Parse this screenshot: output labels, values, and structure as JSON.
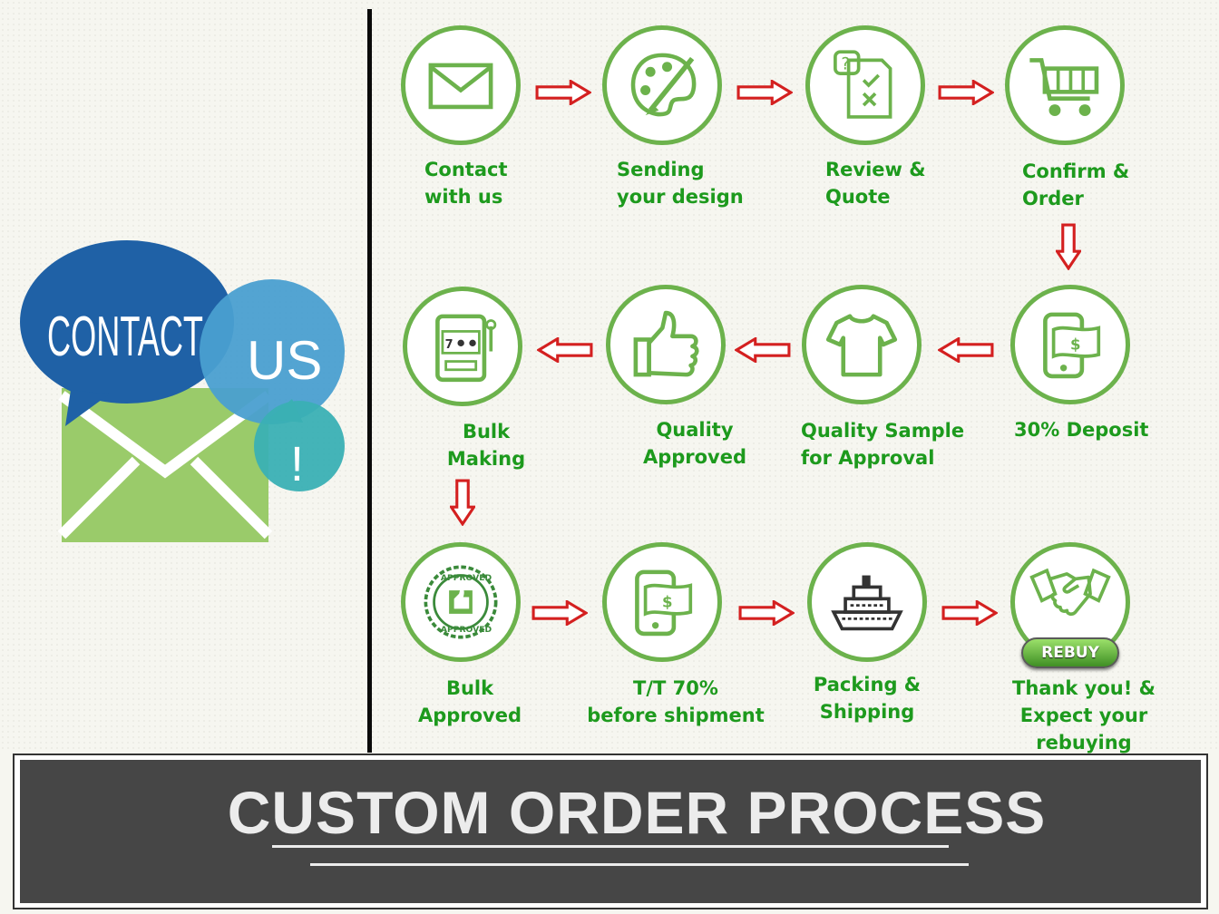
{
  "contact": {
    "word1": "CONTACT",
    "word2": "US",
    "exclaim": "!",
    "colors": {
      "dark_blue": "#1f61a6",
      "light_blue": "#4a9fd0",
      "teal": "#3ab0b4",
      "green": "#9acb6a"
    }
  },
  "steps": [
    {
      "label": "Contact\nwith us",
      "icon": "envelope-icon"
    },
    {
      "label": "Sending\nyour design",
      "icon": "paint-palette-icon"
    },
    {
      "label": "Review &\nQuote",
      "icon": "checklist-icon"
    },
    {
      "label": "Confirm &\nOrder",
      "icon": "shopping-cart-icon"
    },
    {
      "label": "30% Deposit",
      "icon": "phone-payment-icon"
    },
    {
      "label": "Quality Sample\nfor Approval",
      "icon": "tshirt-icon"
    },
    {
      "label": "Quality\nApproved",
      "icon": "thumbs-up-icon"
    },
    {
      "label": "Bulk\nMaking",
      "icon": "slot-machine-icon"
    },
    {
      "label": "Bulk\nApproved",
      "icon": "approved-stamp-icon"
    },
    {
      "label": "T/T 70%\nbefore shipment",
      "icon": "phone-payment-icon"
    },
    {
      "label": "Packing &\nShipping",
      "icon": "ship-icon"
    },
    {
      "label": "Thank you! &\nExpect your rebuying",
      "icon": "handshake-icon"
    }
  ],
  "rebuy_label": "REBUY",
  "footer": {
    "title": "CUSTOM ORDER PROCESS"
  },
  "colors": {
    "accent_green": "#6cb24c",
    "label_green": "#1d9a1d",
    "arrow_red": "#d42020",
    "footer_bg": "#464646"
  }
}
